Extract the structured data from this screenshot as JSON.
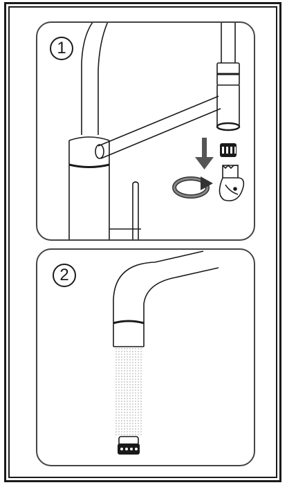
{
  "steps": [
    {
      "number": "1",
      "illustration": "aerator-removal"
    },
    {
      "number": "2",
      "illustration": "flush-spray"
    }
  ],
  "icons": {
    "step1": [
      "faucet-icon",
      "down-arrow-icon",
      "rotate-arrow-icon",
      "aerator-icon",
      "wrench-key-icon"
    ],
    "step2": [
      "faucet-icon",
      "water-stream-icon",
      "aerator-icon"
    ]
  },
  "colors": {
    "stroke": "#1a1a1a",
    "panel_border": "#444444",
    "arrow_gray": "#555555",
    "water_gray": "#999999"
  }
}
